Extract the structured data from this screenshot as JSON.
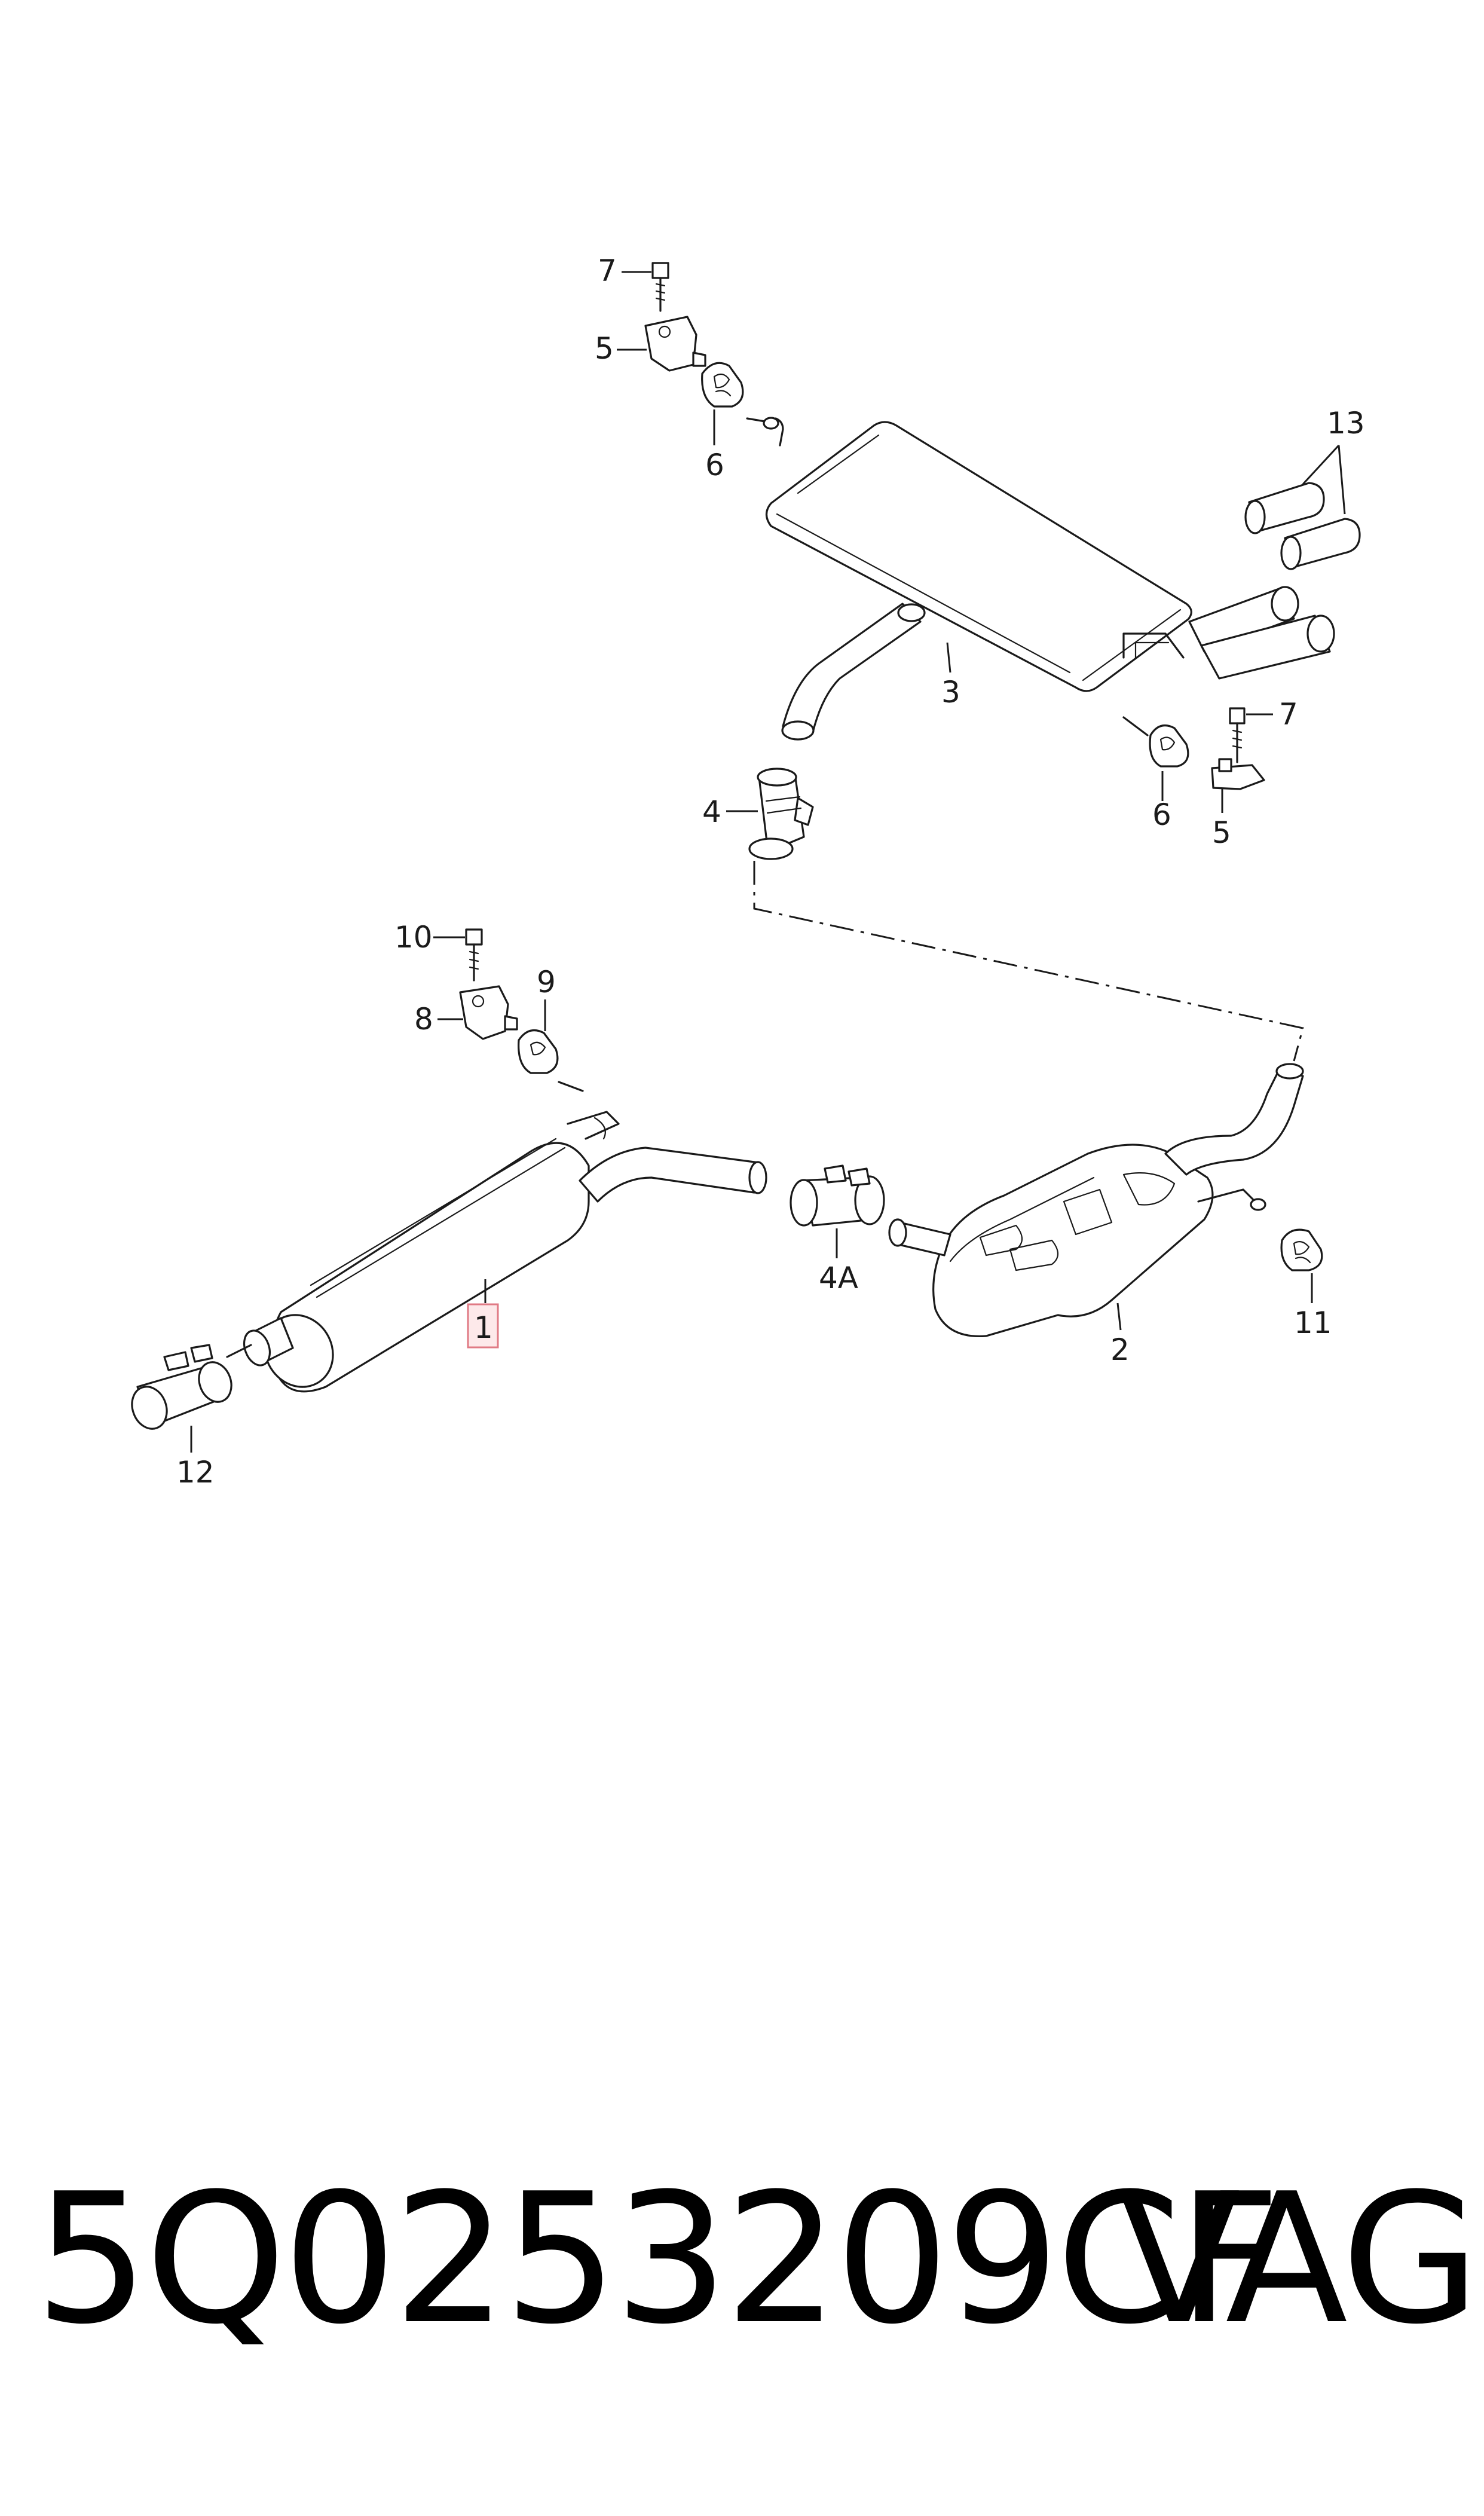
{
  "callouts": {
    "c1": "1",
    "c2": "2",
    "c3": "3",
    "c4": "4",
    "c4a": "4A",
    "c5_top": "5",
    "c5_right": "5",
    "c6_top": "6",
    "c6_right": "6",
    "c7_top": "7",
    "c7_right": "7",
    "c8": "8",
    "c9": "9",
    "c10": "10",
    "c11": "11",
    "c12": "12",
    "c13": "13"
  },
  "highlighted_callout": "1",
  "colors": {
    "line": "#1a1a1a",
    "highlight_fill": "#fde9ea",
    "highlight_stroke": "#e07a84"
  },
  "footer": {
    "part_number": "5Q0253209CF",
    "brand": "VAG"
  }
}
